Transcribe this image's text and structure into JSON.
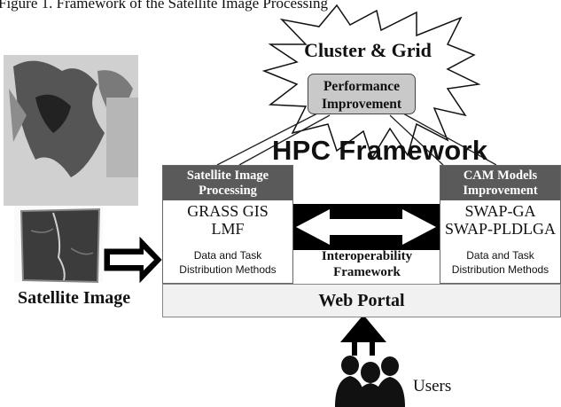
{
  "top_caption": "Figure 1. Framework of the Satellite Image Processing",
  "cluster_title": "Cluster & Grid",
  "performance_box": {
    "line1": "Performance",
    "line2": "Improvement"
  },
  "hpc_title": "HPC Framework",
  "left_panel": {
    "header_line1": "Satellite Image",
    "header_line2": "Processing",
    "items": [
      "GRASS GIS",
      "LMF"
    ],
    "footer_line1": "Data and Task",
    "footer_line2": "Distribution Methods"
  },
  "right_panel": {
    "header_line1": "CAM Models",
    "header_line2": "Improvement",
    "items": [
      "SWAP-GA",
      "SWAP-PLDLGA"
    ],
    "footer_line1": "Data and Task",
    "footer_line2": "Distribution Methods"
  },
  "interoperability": {
    "line1": "Interoperability",
    "line2": "Framework"
  },
  "web_portal_label": "Web Portal",
  "satellite_image_label": "Satellite Image",
  "users_label": "Users",
  "colors": {
    "header_fill": "#5a5a5a",
    "box_fill": "#c9c9c9",
    "portal_fill": "#f1f1f1",
    "arrow_fill": "#000000"
  }
}
